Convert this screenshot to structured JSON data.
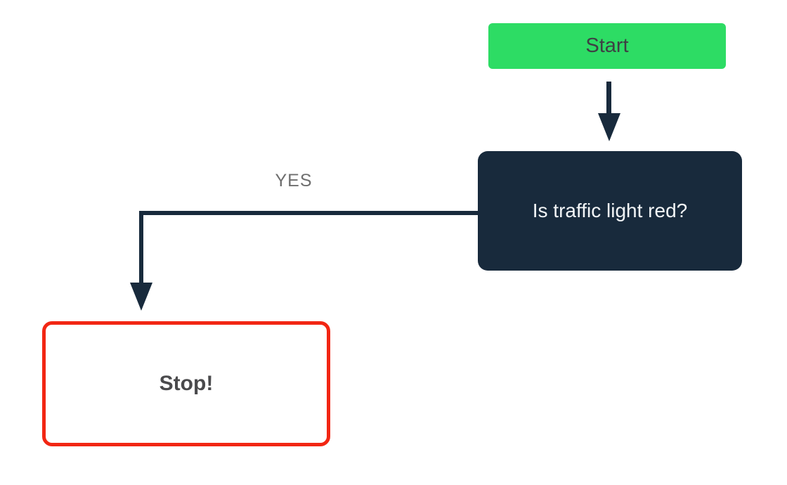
{
  "colors": {
    "canvas_bg": "#ffffff",
    "start_node_bg": "#2ddc64",
    "start_node_text": "#3e4044",
    "decision_node_bg": "#182a3c",
    "decision_node_text": "#f2f5f7",
    "stop_node_border": "#f22613",
    "stop_node_bg": "#ffffff",
    "stop_node_text": "#4a4a4c",
    "connector": "#182a3c",
    "edge_label_text": "#6e6e6e"
  },
  "flowchart": {
    "nodes": {
      "start": {
        "label": "Start",
        "shape": "rounded-rectangle",
        "role": "start"
      },
      "decision": {
        "label": "Is traffic light red?",
        "shape": "rounded-rectangle",
        "role": "decision"
      },
      "stop": {
        "label": "Stop!",
        "shape": "rounded-rectangle-outline",
        "role": "terminal"
      }
    },
    "edges": [
      {
        "from": "start",
        "to": "decision",
        "label": "",
        "direction": "down"
      },
      {
        "from": "decision",
        "to": "stop",
        "label": "YES",
        "direction": "left-then-down"
      }
    ]
  }
}
